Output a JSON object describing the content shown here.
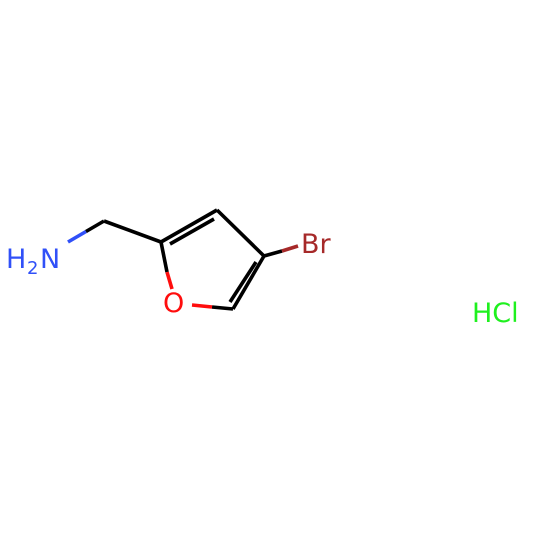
{
  "molecule": {
    "atoms": {
      "amine": {
        "symbol": "H",
        "subscript": "2",
        "element": "N"
      },
      "oxygen": {
        "symbol": "O"
      },
      "bromine": {
        "symbol": "Br"
      }
    },
    "salt": {
      "label": "HCl"
    }
  },
  "colors": {
    "carbon_bond": "#000000",
    "nitrogen": "#3050F8",
    "oxygen": "#FF0D0D",
    "bromine": "#A62929",
    "chlorine": "#1FF01F"
  }
}
